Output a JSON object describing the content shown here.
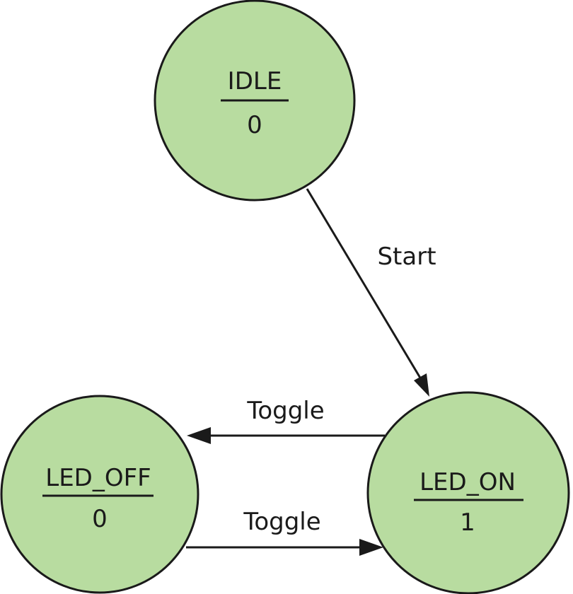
{
  "diagram": {
    "fill_color": "#b8dca0",
    "stroke_color": "#1a1a1a",
    "states": [
      {
        "id": "idle",
        "name": "IDLE",
        "output": "0"
      },
      {
        "id": "led_off",
        "name": "LED_OFF",
        "output": "0"
      },
      {
        "id": "led_on",
        "name": "LED_ON",
        "output": "1"
      }
    ],
    "transitions": [
      {
        "from": "idle",
        "to": "led_on",
        "label": "Start"
      },
      {
        "from": "led_on",
        "to": "led_off",
        "label": "Toggle"
      },
      {
        "from": "led_off",
        "to": "led_on",
        "label": "Toggle"
      }
    ]
  }
}
